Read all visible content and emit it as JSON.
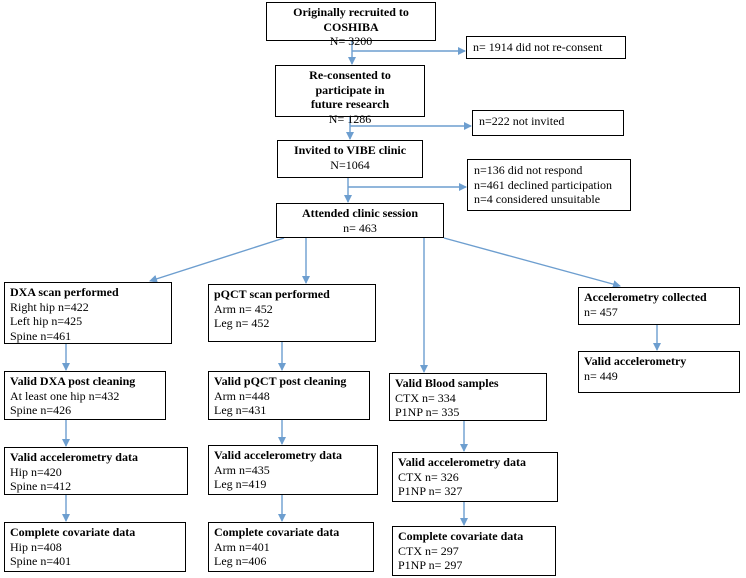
{
  "colors": {
    "arrow": "#6d9ecf",
    "border": "#000000"
  },
  "boxes": {
    "recruited": {
      "title": "Originally recruited to COSHIBA",
      "lines": [
        "N= 3200"
      ]
    },
    "no_reconsent": {
      "lines": [
        "n= 1914 did not re-consent"
      ]
    },
    "reconsented": {
      "title_lines": [
        "Re-consented to participate in",
        "future research"
      ],
      "lines": [
        "N= 1286"
      ]
    },
    "not_invited": {
      "lines": [
        "n=222 not invited"
      ]
    },
    "invited": {
      "title": "Invited to VIBE clinic",
      "lines": [
        "N=1064"
      ]
    },
    "excluded": {
      "lines": [
        "n=136 did not respond",
        "n=461 declined participation",
        "n=4 considered unsuitable"
      ]
    },
    "attended": {
      "title": "Attended clinic session",
      "lines": [
        "n= 463"
      ]
    },
    "dxa": {
      "title": "DXA scan performed",
      "lines": [
        "Right hip n=422",
        "Left hip n=425",
        "Spine n=461"
      ]
    },
    "dxa_valid": {
      "title": "Valid DXA post cleaning",
      "lines": [
        "At least one hip n=432",
        "Spine n=426"
      ]
    },
    "dxa_accel": {
      "title": "Valid accelerometry data",
      "lines": [
        "Hip n=420",
        "Spine n=412"
      ]
    },
    "dxa_cov": {
      "title": "Complete covariate data",
      "lines": [
        "Hip n=408",
        "Spine n=401"
      ]
    },
    "pqct": {
      "title": "pQCT  scan performed",
      "lines": [
        "Arm n= 452",
        "Leg n= 452"
      ]
    },
    "pqct_valid": {
      "title": "Valid pQCT post cleaning",
      "lines": [
        "Arm n=448",
        "Leg n=431"
      ]
    },
    "pqct_accel": {
      "title": "Valid accelerometry data",
      "lines": [
        "Arm n=435",
        "Leg n=419"
      ]
    },
    "pqct_cov": {
      "title": "Complete covariate data",
      "lines": [
        "Arm n=401",
        "Leg n=406"
      ]
    },
    "blood": {
      "title": "Valid Blood  samples",
      "lines": [
        "CTX n= 334",
        "P1NP n= 335"
      ]
    },
    "blood_accel": {
      "title": "Valid accelerometry data",
      "lines": [
        "CTX n= 326",
        "P1NP n= 327"
      ]
    },
    "blood_cov": {
      "title": "Complete covariate data",
      "lines": [
        "CTX n= 297",
        "P1NP n= 297"
      ]
    },
    "accel": {
      "title": "Accelerometry collected",
      "lines": [
        "n= 457"
      ]
    },
    "accel_valid": {
      "title": "Valid accelerometry",
      "lines": [
        "n= 449"
      ]
    }
  }
}
